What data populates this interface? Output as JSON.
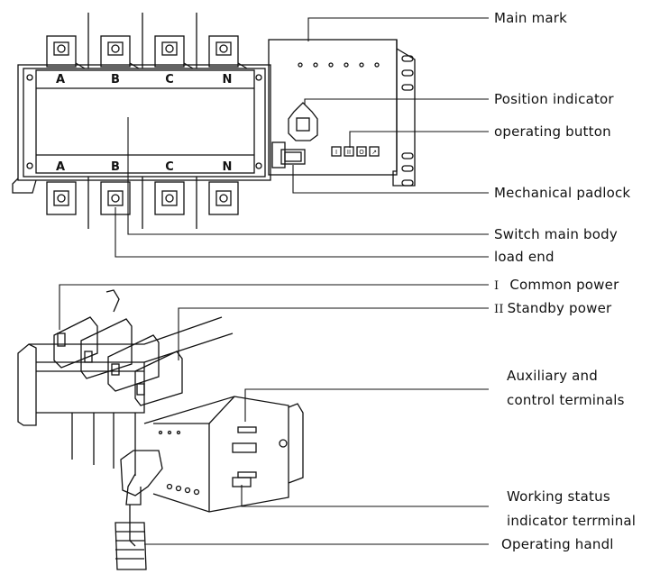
{
  "phases": {
    "a": "A",
    "b": "B",
    "c": "C",
    "n": "N"
  },
  "labels": {
    "main_mark": "Main mark",
    "position_indicator": "Position indicator",
    "operating_button": "operating button",
    "mechanical_padlock": "Mechanical padlock",
    "switch_main_body": "Switch main body",
    "load_end": "load end",
    "common_power_prefix": "I",
    "common_power": "Common power",
    "standby_power_prefix": "II",
    "standby_power": "Standby power",
    "aux_line1": "Auxiliary and",
    "aux_line2": "control terminals",
    "working_line1": "Working status",
    "working_line2": "indicator terrminal",
    "operating_handle": "Operating handl"
  },
  "button_glyphs": {
    "b1": "I",
    "b2": "II",
    "b3": "O",
    "b4": "↗"
  }
}
